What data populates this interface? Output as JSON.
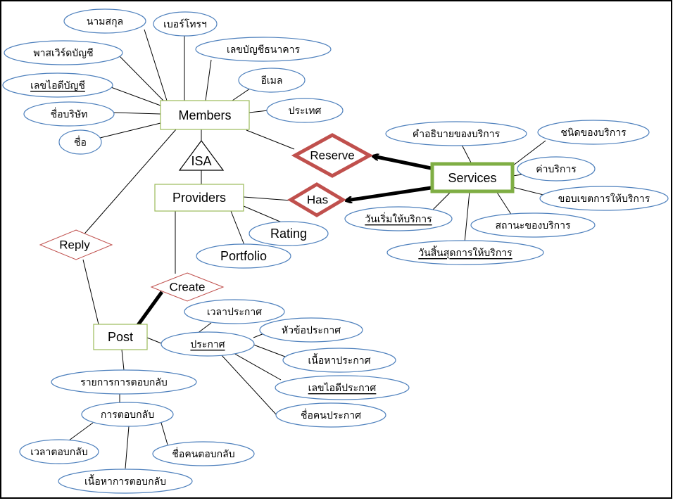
{
  "colors": {
    "entity_border": "#9bbb59",
    "attribute_border": "#4f81bd",
    "relationship_border": "#c0504d",
    "services_border": "#7fae44",
    "frame": "#000000"
  },
  "entities": {
    "members": "Members",
    "providers": "Providers",
    "services": "Services",
    "post": "Post"
  },
  "isa": "ISA",
  "relationships": {
    "reserve": "Reserve",
    "has": "Has",
    "reply": "Reply",
    "create": "Create"
  },
  "attributes": {
    "members": {
      "lastname": "นามสกุล",
      "phone": "เบอร์โทรฯ",
      "bank_account": "เลขบัญชีธนาคาร",
      "password": "พาสเวิร์ดบัญชี",
      "account_id": "เลขไอดีบัญชี",
      "email": "อีเมล",
      "country": "ประเทศ",
      "company": "ชื่อบริษัท",
      "name": "ชื่อ"
    },
    "providers": {
      "rating": "Rating",
      "portfolio": "Portfolio"
    },
    "services": {
      "description": "คำอธิบายของบริการ",
      "type": "ชนิดของบริการ",
      "fee": "ค่าบริการ",
      "scope": "ขอบเขตการให้บริการ",
      "start_date": "วันเริ่มให้บริการ",
      "status": "สถานะของบริการ",
      "end_date": "วันสิ้นสุดการให้บริการ"
    },
    "post": {
      "announcement": "ประกาศ",
      "announce_time": "เวลาประกาศ",
      "announce_topic": "หัวข้อประกาศ",
      "announce_content": "เนื้อหาประกาศ",
      "announce_id": "เลขไอดีประกาศ",
      "announcer_name": "ชื่อคนประกาศ",
      "reply_list": "รายการการตอบกลับ",
      "reply": "การตอบกลับ",
      "reply_time": "เวลาตอบกลับ",
      "replier_name": "ชื่อคนตอบกลับ",
      "reply_content": "เนื้อหาการตอบกลับ"
    }
  }
}
